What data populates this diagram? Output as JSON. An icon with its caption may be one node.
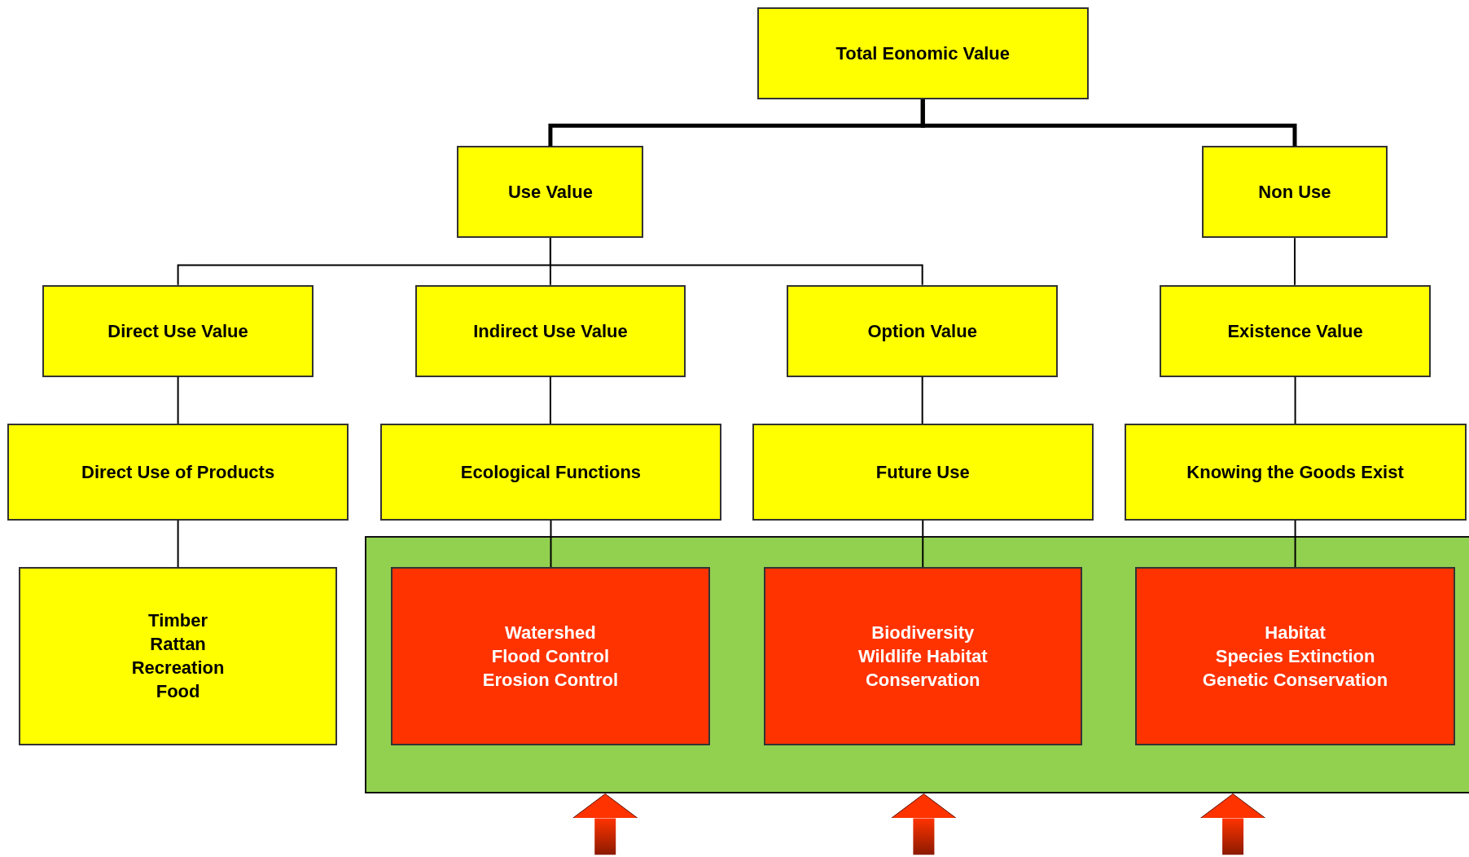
{
  "diagram": {
    "nodes": [
      {
        "text": [
          "Total Eonomic Value"
        ]
      },
      {
        "text": [
          "Use Value"
        ]
      },
      {
        "text": [
          "Non Use"
        ]
      },
      {
        "text": [
          "Direct Use Value"
        ]
      },
      {
        "text": [
          "Indirect Use Value"
        ]
      },
      {
        "text": [
          "Option Value"
        ]
      },
      {
        "text": [
          "Existence Value"
        ]
      },
      {
        "text": [
          "Direct Use of Products"
        ]
      },
      {
        "text": [
          "Ecological Functions"
        ]
      },
      {
        "text": [
          "Future Use"
        ]
      },
      {
        "text": [
          "Knowing the Goods Exist"
        ]
      },
      {
        "text": [
          "Timber",
          "Rattan",
          "Recreation",
          "Food"
        ]
      },
      {
        "text": [],
        "shape": "box"
      },
      {
        "text": [
          "Watershed",
          "Flood Control",
          "Erosion Control"
        ],
        "in": 12
      },
      {
        "text": [
          "Biodiversity",
          "Wildlife Habitat",
          "Conservation"
        ],
        "in": 12
      },
      {
        "text": [
          "Habitat",
          "Species Extinction",
          "Genetic Conservation"
        ],
        "in": 12
      }
    ],
    "edges": [
      {
        "from": 0,
        "to": 1,
        "arrow": "none",
        "style": "thick"
      },
      {
        "from": 0,
        "to": 2,
        "arrow": "none",
        "style": "thick"
      },
      {
        "from": 1,
        "to": 3,
        "arrow": "none"
      },
      {
        "from": 1,
        "to": 4,
        "arrow": "none"
      },
      {
        "from": 1,
        "to": 5,
        "arrow": "none"
      },
      {
        "from": 2,
        "to": 6,
        "arrow": "none"
      },
      {
        "from": 3,
        "to": 7,
        "arrow": "none"
      },
      {
        "from": 4,
        "to": 8,
        "arrow": "none"
      },
      {
        "from": 5,
        "to": 9,
        "arrow": "none"
      },
      {
        "from": 6,
        "to": 10,
        "arrow": "none"
      },
      {
        "from": 7,
        "to": 11,
        "arrow": "none"
      },
      {
        "from": 8,
        "to": 13,
        "arrow": "none"
      },
      {
        "from": 9,
        "to": 14,
        "arrow": "none"
      },
      {
        "from": 10,
        "to": 15,
        "arrow": "none"
      },
      {
        "from": null,
        "to": 12,
        "arrow": "to",
        "style": "thick",
        "color": "#8b1a00"
      },
      {
        "from": null,
        "to": 12,
        "arrow": "to",
        "style": "thick",
        "color": "#8b1a00"
      },
      {
        "from": null,
        "to": 12,
        "arrow": "to",
        "style": "thick",
        "color": "#8b1a00"
      }
    ]
  }
}
